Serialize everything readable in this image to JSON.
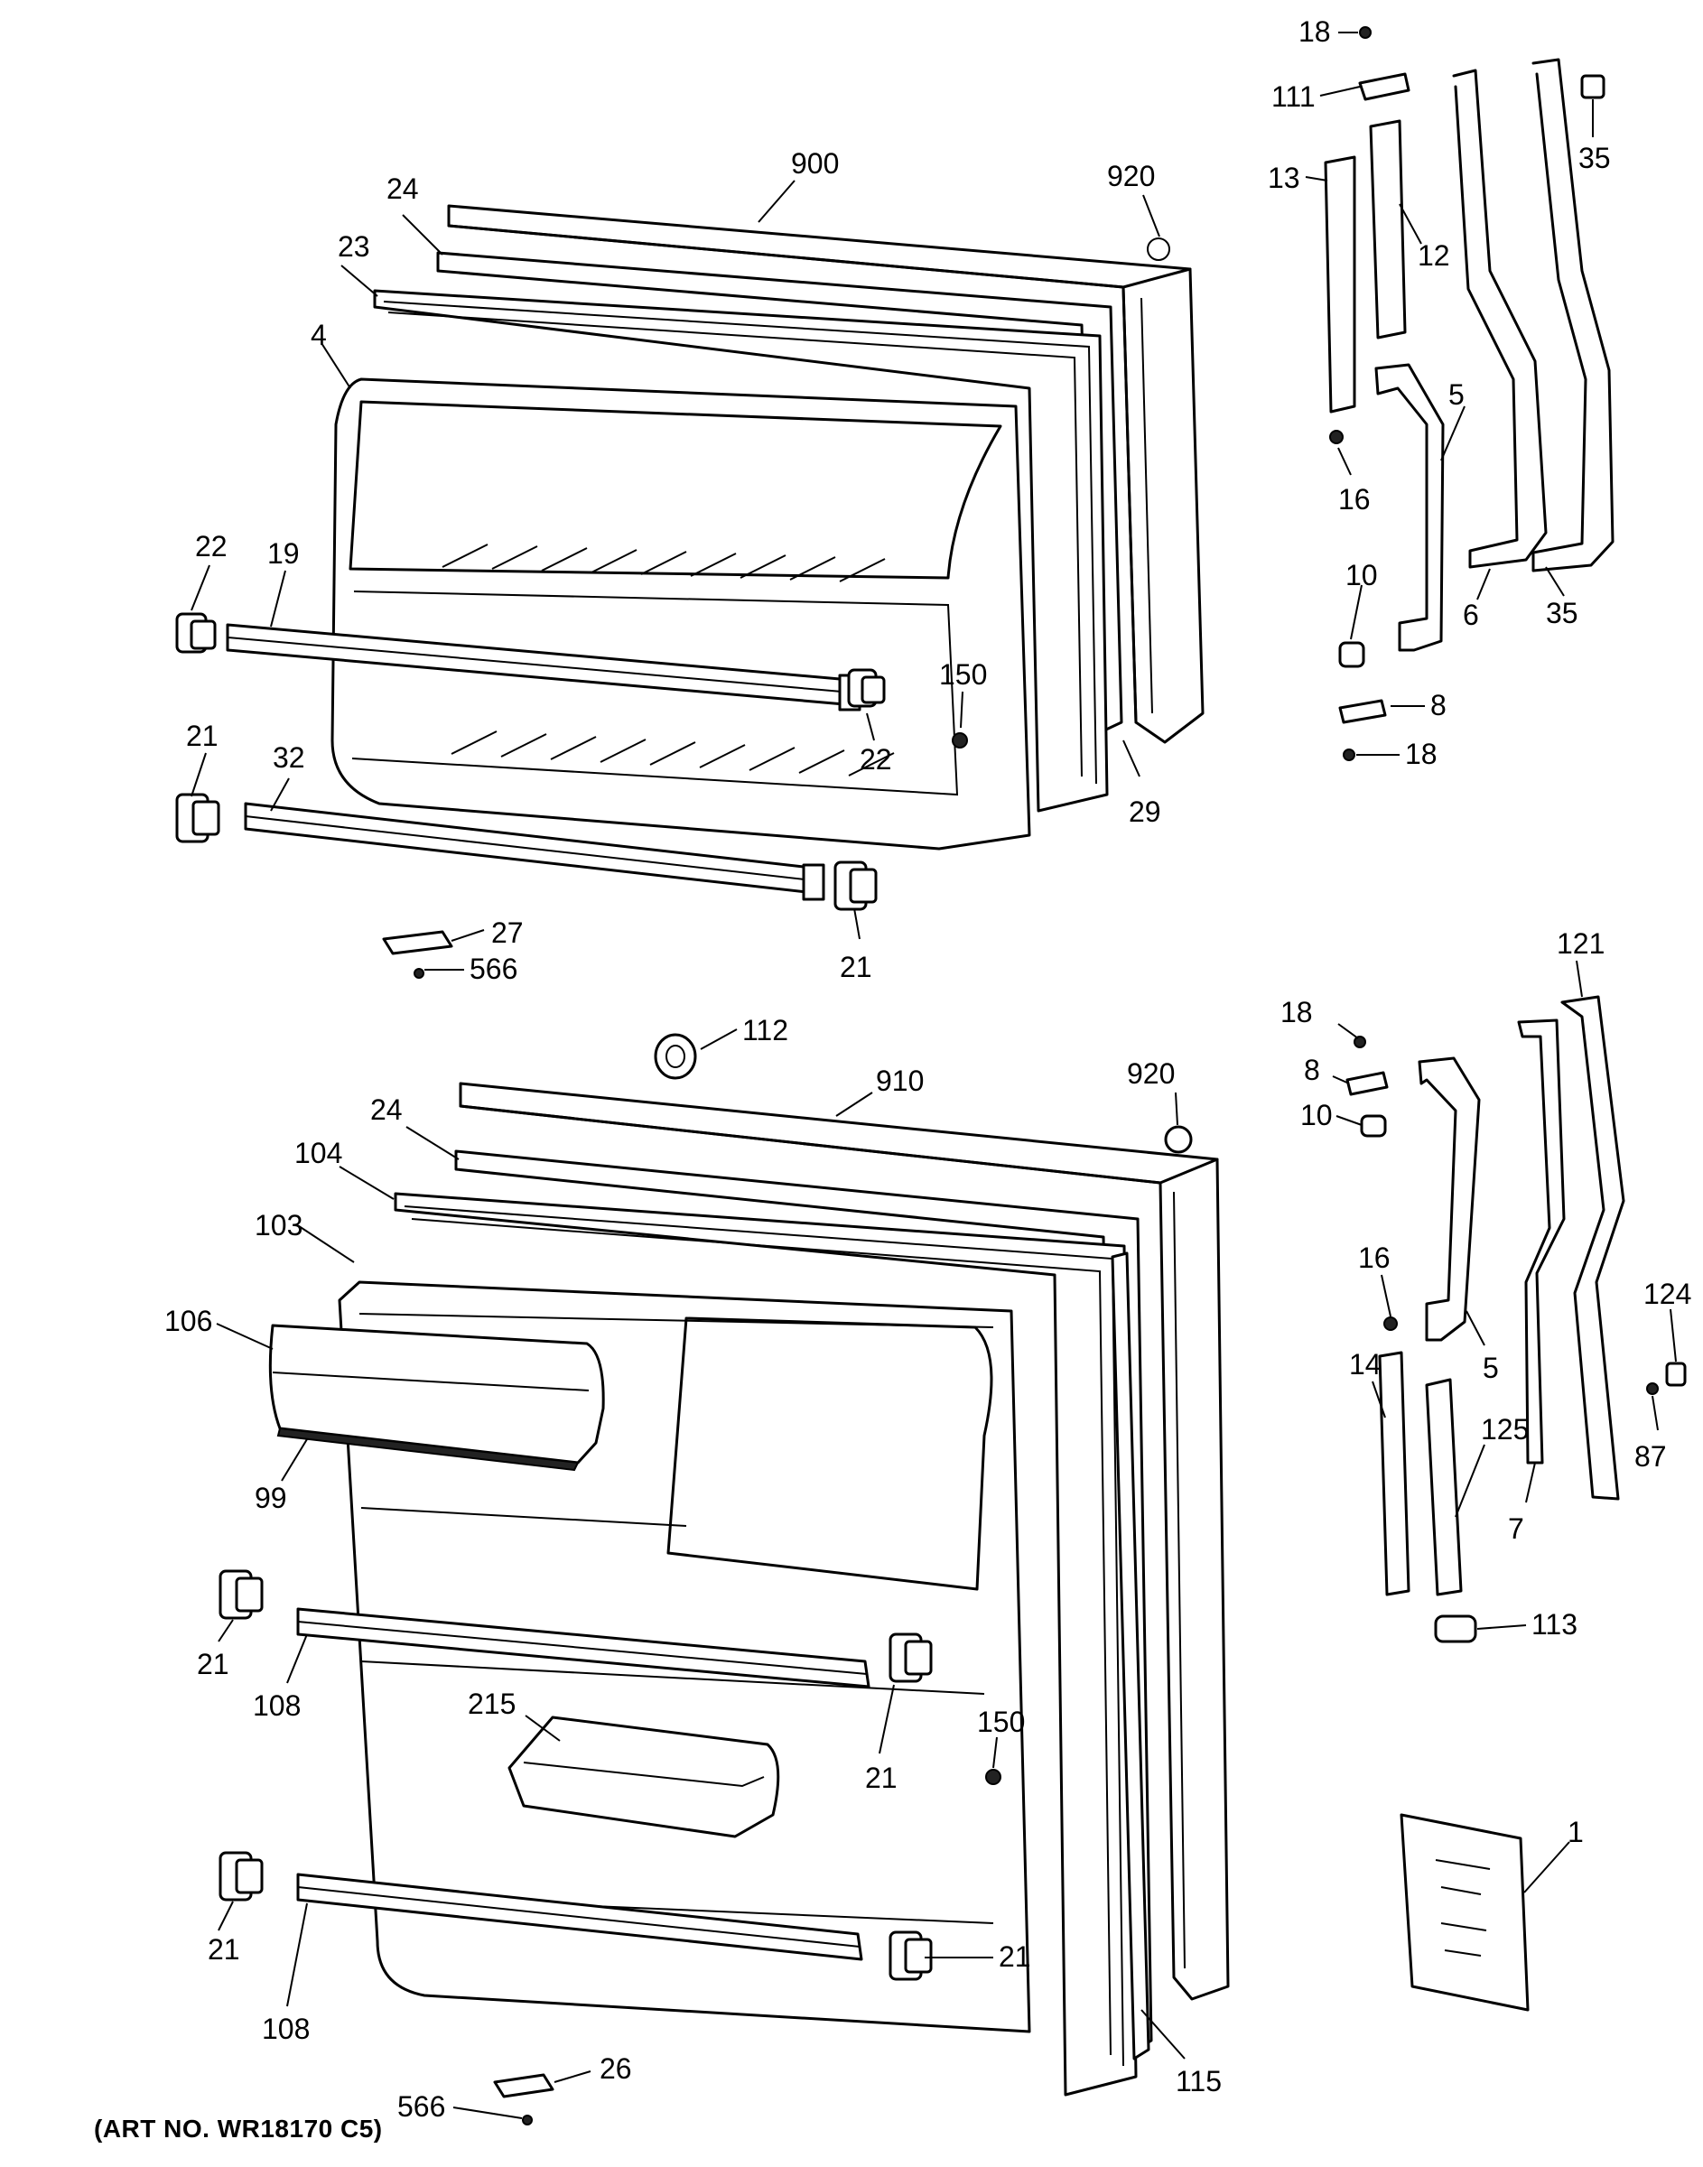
{
  "labels": {
    "freezer": {
      "p18_top": "18",
      "p111": "111",
      "p900": "900",
      "p920": "920",
      "p24": "24",
      "p23": "23",
      "p4": "4",
      "p13": "13",
      "p12": "12",
      "p35_top": "35",
      "p5": "5",
      "p16": "16",
      "p22_left": "22",
      "p19": "19",
      "p10": "10",
      "p6": "6",
      "p35_bot": "35",
      "p150": "150",
      "p8": "8",
      "p18_bot": "18",
      "p21_left": "21",
      "p32": "32",
      "p22_right": "22",
      "p29": "29",
      "p27": "27",
      "p566": "566",
      "p21_bot": "21"
    },
    "fresh": {
      "p112": "112",
      "p121": "121",
      "p18": "18",
      "p910": "910",
      "p920": "920",
      "p8": "8",
      "p24": "24",
      "p10": "10",
      "p104": "104",
      "p103": "103",
      "p16": "16",
      "p106": "106",
      "p124": "124",
      "p14": "14",
      "p5": "5",
      "p125": "125",
      "p87": "87",
      "p99": "99",
      "p7": "7",
      "p113": "113",
      "p21_a": "21",
      "p108_a": "108",
      "p215": "215",
      "p150": "150",
      "p21_b": "21",
      "p1": "1",
      "p21_c": "21",
      "p21_d": "21",
      "p108_b": "108",
      "p26": "26",
      "p115": "115",
      "p566": "566"
    }
  },
  "art_number": "(ART NO. WR18170 C5)"
}
